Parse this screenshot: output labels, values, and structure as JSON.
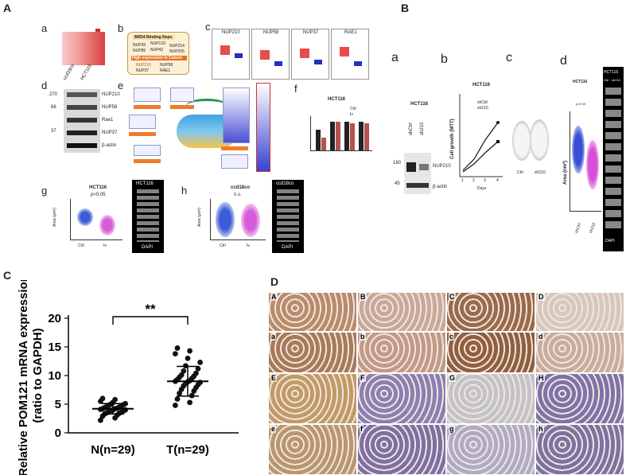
{
  "panel_labels": {
    "A": "A",
    "B": "B",
    "C": "C",
    "D": "D"
  },
  "sub_labels": {
    "a": "a",
    "b": "b",
    "c": "c",
    "d": "d",
    "e": "e",
    "f": "f",
    "g": "g",
    "h": "h"
  },
  "panelA": {
    "b_title": "BRD4 Binding Nups",
    "b_nups": [
      "NUP35",
      "NUP133",
      "NUP214",
      "NUP85",
      "NUP42",
      "NUP205"
    ],
    "b_high_title": "High expression in Cancer",
    "b_high": [
      "NUP210",
      "NUP58",
      "NUP37",
      "RAE1"
    ],
    "c_titles": [
      "NUP210",
      "NUP58",
      "NUP37",
      "RAE1"
    ],
    "d_markers": [
      "270",
      "66",
      "37"
    ],
    "d_cols": [
      "ccd18co",
      "HCT116"
    ],
    "d_bands": [
      "NUP210",
      "NUP58",
      "Rae1",
      "NUP37",
      "β-actin"
    ],
    "f_title": "HCT116",
    "f_legend": [
      "Ctrl",
      "Iv"
    ],
    "g_title": "HCT116",
    "g_p": "p<0.05",
    "g_img_title": "HCT116",
    "g_xcats": [
      "Ctrl",
      "Iv"
    ],
    "g_ylabel": "Area (μm²)",
    "h_title": "ccd18co",
    "h_p": "n.s.",
    "h_img_title": "ccd18co",
    "h_xcats": [
      "Ctrl",
      "Iv"
    ],
    "h_ylabel": "Area (μm²)",
    "dapi": "DAPI"
  },
  "panelB": {
    "a_title": "HCT116",
    "a_lanes": [
      "shCtrl",
      "sh210"
    ],
    "a_markers": [
      "180",
      "45"
    ],
    "a_bands": [
      "NUP210",
      "β-actin"
    ],
    "b_title": "HCT116",
    "b_ylabel": "Cell growth (MTT)",
    "b_xlabel": "Days",
    "b_xticks": [
      "1",
      "2",
      "3",
      "4"
    ],
    "b_legend": [
      "shCtrl",
      "sh210"
    ],
    "c_labels": [
      "Ctrl",
      "sh210"
    ],
    "d_title": "HCT116",
    "d_p": "p<0.05",
    "d_ylabel": "Area (nm²)",
    "d_xcats": [
      "shCtrl",
      "sh210"
    ],
    "img_title": "HCT116",
    "img_cols": [
      "Ctrl",
      "sh210"
    ],
    "dapi": "DAPI"
  },
  "chart_data": {
    "type": "scatter",
    "title": "",
    "xlabel": "",
    "ylabel": "Relative POM121 mRNA expression\n(ratio to GAPDH)",
    "ylabel_line1": "Relative POM121 mRNA expression",
    "ylabel_line2": "(ratio to GAPDH)",
    "categories": [
      "N(n=29)",
      "T(n=29)"
    ],
    "ylim": [
      0,
      20
    ],
    "yticks": [
      0,
      5,
      10,
      15,
      20
    ],
    "significance": "**",
    "series": [
      {
        "name": "N(n=29)",
        "mean": 4.2,
        "sd": 0.9,
        "values": [
          2.2,
          2.6,
          2.9,
          3.1,
          3.3,
          3.4,
          3.5,
          3.6,
          3.7,
          3.8,
          3.9,
          4.0,
          4.0,
          4.1,
          4.2,
          4.2,
          4.3,
          4.4,
          4.5,
          4.6,
          4.7,
          4.8,
          4.9,
          5.0,
          5.1,
          5.3,
          5.5,
          5.8,
          6.0
        ]
      },
      {
        "name": "T(n=29)",
        "mean": 9.0,
        "sd": 2.6,
        "values": [
          4.8,
          5.3,
          5.9,
          6.5,
          6.9,
          7.3,
          7.6,
          7.9,
          8.2,
          8.4,
          8.6,
          8.8,
          8.9,
          9.0,
          9.1,
          9.3,
          9.5,
          9.7,
          9.9,
          10.1,
          10.4,
          10.8,
          11.2,
          11.7,
          12.3,
          13.0,
          13.8,
          14.3,
          14.8
        ]
      }
    ]
  },
  "panelD": {
    "top_labels": [
      "A",
      "B",
      "C",
      "D"
    ],
    "row2_labels": [
      "a",
      "b",
      "c",
      "d"
    ],
    "row3_labels": [
      "E",
      "F",
      "G",
      "H"
    ],
    "row4_labels": [
      "e",
      "f",
      "g",
      "h"
    ]
  }
}
